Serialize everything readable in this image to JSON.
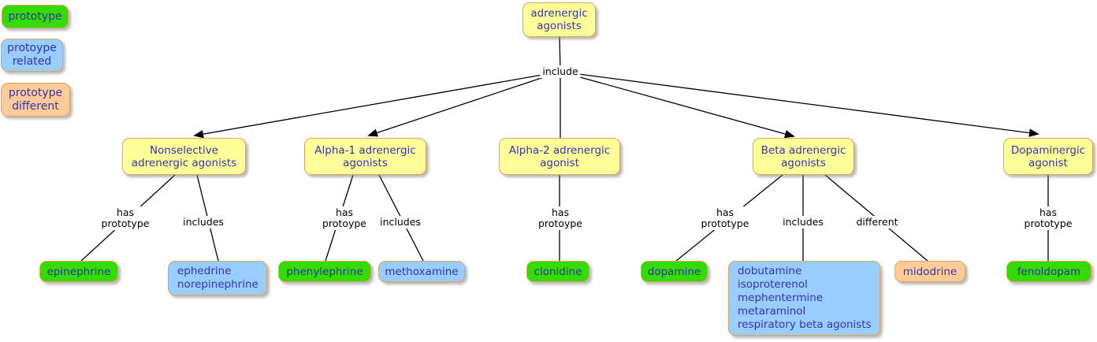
{
  "legend": {
    "prototype": "prototype",
    "prototype_related": "protoype\nrelated",
    "prototype_different": "prototype\ndifferent"
  },
  "root": {
    "label": "adrenergic\nagonists"
  },
  "links": {
    "include": "include",
    "nonselective_has_prototype": "has\nprototype",
    "nonselective_includes": "includes",
    "alpha1_has_prototype": "has\nprotoype",
    "alpha1_includes": "includes",
    "alpha2_has_prototype": "has\nprotoype",
    "beta_has_prototype": "has\nprototype",
    "beta_includes": "includes",
    "beta_different": "different",
    "dopaminergic_has_prototype": "has\nprototype"
  },
  "categories": {
    "nonselective": "Nonselective\nadrenergic agonists",
    "alpha1": "Alpha-1 adrenergic\nagonists",
    "alpha2": "Alpha-2 adrenergic\nagonist",
    "beta": "Beta adrenergic\nagonists",
    "dopaminergic": "Dopaminergic\nagonist"
  },
  "drugs": {
    "epinephrine": "epinephrine",
    "ephedrine_norepinephrine": "ephedrine\nnorepinephrine",
    "phenylephrine": "phenylephrine",
    "methoxamine": "methoxamine",
    "clonidine": "clonidine",
    "dopamine": "dopamine",
    "beta_includes_group": "dobutamine\nisoproterenol\nmephentermine\nmetaraminol\nrespiratory beta agonists",
    "midodrine": "midodrine",
    "fenoldopam": "fenoldopam"
  },
  "colors": {
    "prototype_fill": "#33DB00",
    "related_fill": "#99CCFF",
    "different_fill": "#FFCC99",
    "concept_fill": "#FFFF99",
    "node_border": "#DFA55C",
    "node_text": "#3333AE",
    "link_text": "#000000"
  }
}
